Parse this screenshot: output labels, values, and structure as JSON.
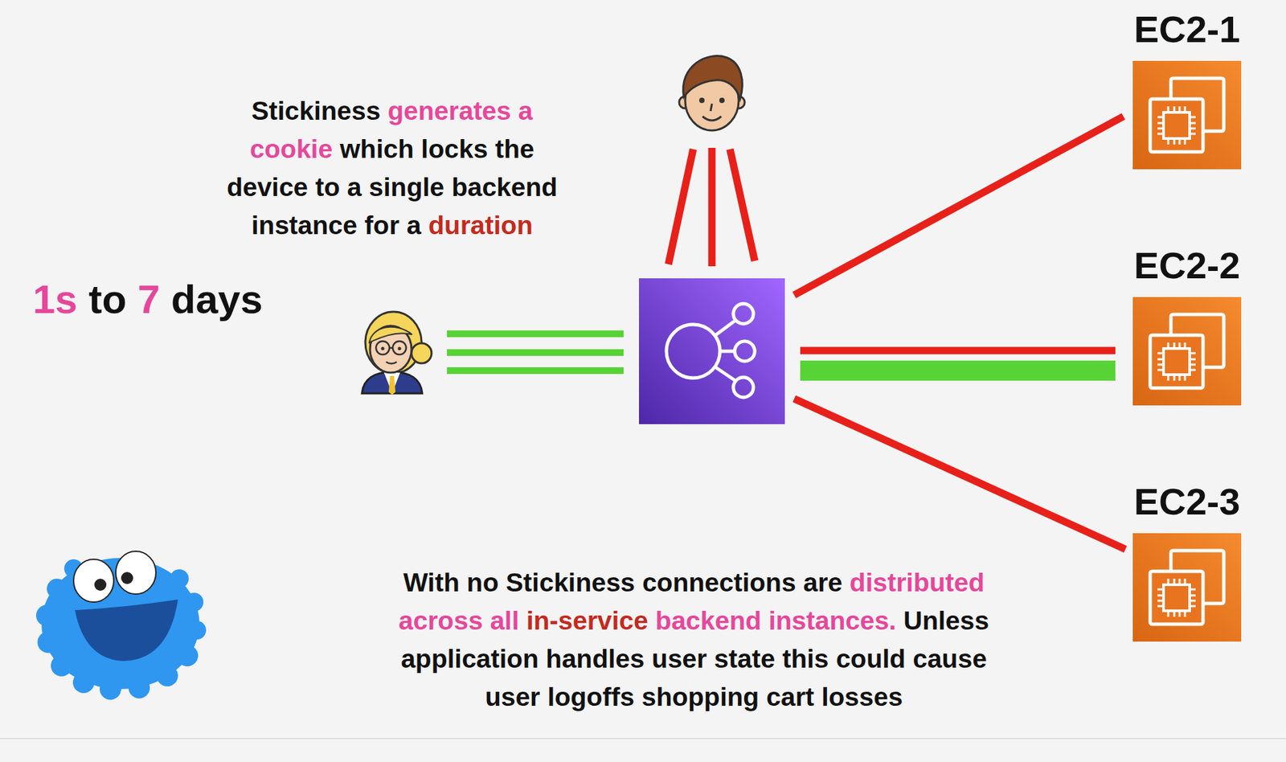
{
  "diagram": {
    "nodes": [
      {
        "text": [
          "EC2-1"
        ]
      },
      {
        "text": [
          "EC2-2"
        ]
      },
      {
        "text": [
          "EC2-3"
        ]
      }
    ],
    "labels": [
      "Stickiness generates a cookie which locks the device to a single backend instance for a duration",
      "1s to 7 days",
      "With no Stickiness connections are distributed across all in-service backend instances. Unless application handles user state this could cause user logoffs shopping cart losses"
    ]
  }
}
